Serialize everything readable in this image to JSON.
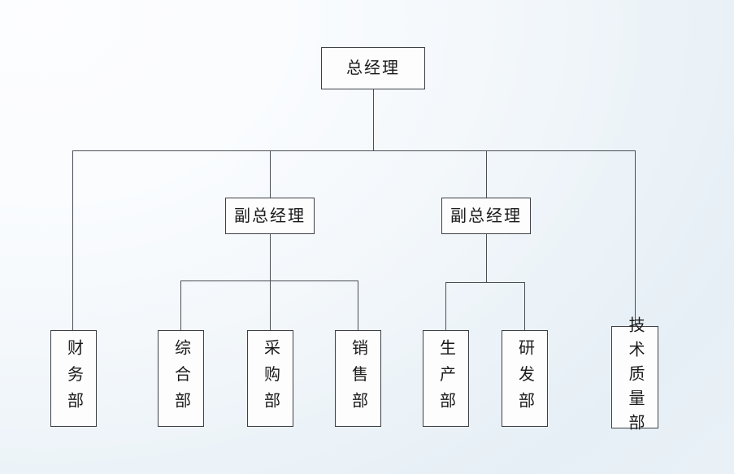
{
  "diagram": {
    "type": "organization-chart",
    "title": "组织结构图",
    "background": {
      "start_color": "#fdfdff",
      "end_color": "#e6eff6"
    },
    "box_style": {
      "border_color": "#3d4046",
      "fill_color": "#fdfdfd",
      "text_color": "#1b1b1b"
    },
    "line_color": "#4a4f55"
  },
  "nodes": {
    "general_manager": {
      "label": "总经理",
      "orientation": "horizontal",
      "level": 1
    },
    "deputy_manager_left": {
      "label": "副总经理",
      "orientation": "horizontal",
      "level": 2
    },
    "deputy_manager_right": {
      "label": "副总经理",
      "orientation": "horizontal",
      "level": 2
    },
    "finance_dept": {
      "label": "财务部",
      "orientation": "vertical",
      "level": 3
    },
    "general_affairs_dept": {
      "label": "综合部",
      "orientation": "vertical",
      "level": 3
    },
    "procurement_dept": {
      "label": "采购部",
      "orientation": "vertical",
      "level": 3
    },
    "sales_dept": {
      "label": "销售部",
      "orientation": "vertical",
      "level": 3
    },
    "production_dept": {
      "label": "生产部",
      "orientation": "vertical",
      "level": 3
    },
    "research_dept": {
      "label": "研发部",
      "orientation": "vertical",
      "level": 3
    },
    "technical_quality_dept": {
      "label": "技术质量部",
      "orientation": "vertical",
      "level": 3
    }
  },
  "edges": [
    {
      "from": "general_manager",
      "to": "deputy_manager_left"
    },
    {
      "from": "general_manager",
      "to": "deputy_manager_right"
    },
    {
      "from": "general_manager",
      "to": "finance_dept"
    },
    {
      "from": "general_manager",
      "to": "technical_quality_dept"
    },
    {
      "from": "deputy_manager_left",
      "to": "general_affairs_dept"
    },
    {
      "from": "deputy_manager_left",
      "to": "procurement_dept"
    },
    {
      "from": "deputy_manager_left",
      "to": "sales_dept"
    },
    {
      "from": "deputy_manager_right",
      "to": "production_dept"
    },
    {
      "from": "deputy_manager_right",
      "to": "research_dept"
    }
  ]
}
